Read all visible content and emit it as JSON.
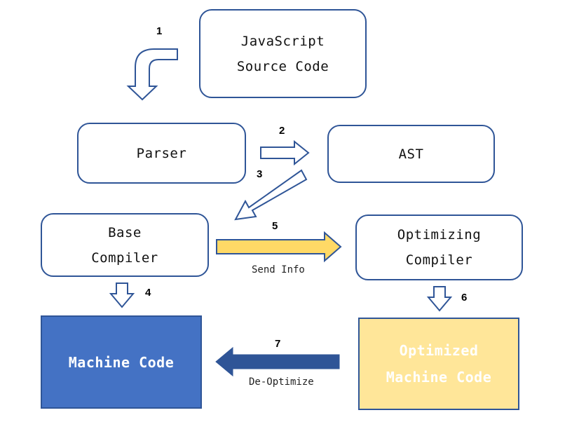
{
  "nodes": {
    "js_source": {
      "line1": "JavaScript",
      "line2": "Source Code"
    },
    "parser": {
      "label": "Parser"
    },
    "ast": {
      "label": "AST"
    },
    "base_compiler": {
      "line1": "Base",
      "line2": "Compiler"
    },
    "optimizing_compiler": {
      "line1": "Optimizing",
      "line2": "Compiler"
    },
    "machine_code": {
      "label": "Machine Code"
    },
    "optimized_machine_code": {
      "line1": "Optimized",
      "line2": "Machine Code"
    }
  },
  "steps": {
    "s1": "1",
    "s2": "2",
    "s3": "3",
    "s4": "4",
    "s5": "5",
    "s6": "6",
    "s7": "7"
  },
  "edge_labels": {
    "send_info": "Send Info",
    "de_optimize": "De-Optimize"
  },
  "colors": {
    "border": "#2f5597",
    "machine_fill": "#4472c4",
    "optimized_fill": "#ffe699",
    "send_arrow": "#ffd966",
    "deopt_arrow": "#2f5597"
  }
}
